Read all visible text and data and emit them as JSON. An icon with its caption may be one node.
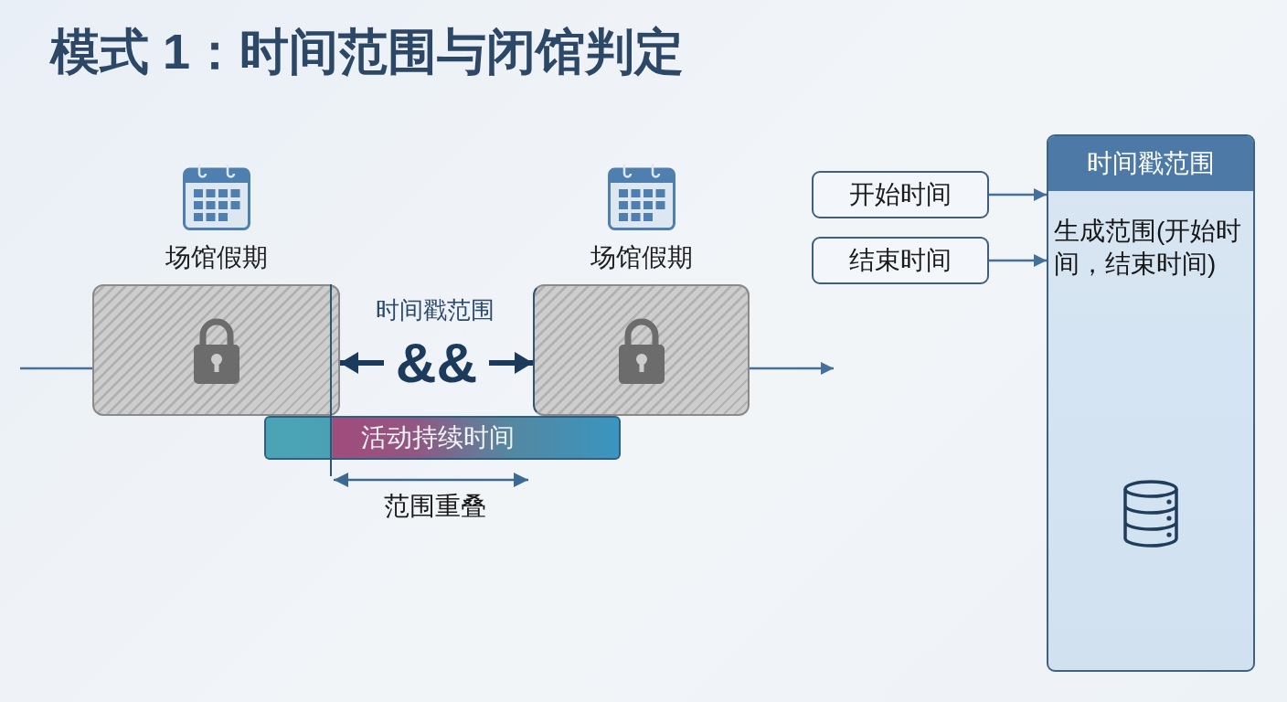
{
  "diagram": {
    "title": "模式 1：时间范围与闭馆判定",
    "nodes": [
      {
        "text": [
          "场馆假期"
        ]
      },
      {
        "text": [
          "场馆假期"
        ]
      },
      {
        "text": [
          "活动持续时间"
        ]
      },
      {
        "text": [
          "开始时间"
        ]
      },
      {
        "text": [
          "结束时间"
        ]
      },
      {
        "text": [
          "时间戳范围",
          "生成范围(开始时间，结束时间)"
        ]
      }
    ],
    "edges": [
      {
        "from": null,
        "to": 0,
        "arrow": "none"
      },
      {
        "from": 0,
        "to": 1,
        "arrow": "both",
        "label": "&&",
        "style": "thick",
        "color": "#1c3a5c"
      },
      {
        "from": 1,
        "to": null,
        "arrow": "to"
      },
      {
        "from": 3,
        "to": 5,
        "arrow": "to"
      },
      {
        "from": 4,
        "to": 5,
        "arrow": "to"
      }
    ],
    "labels": [
      "时间戳范围",
      "范围重叠"
    ]
  }
}
